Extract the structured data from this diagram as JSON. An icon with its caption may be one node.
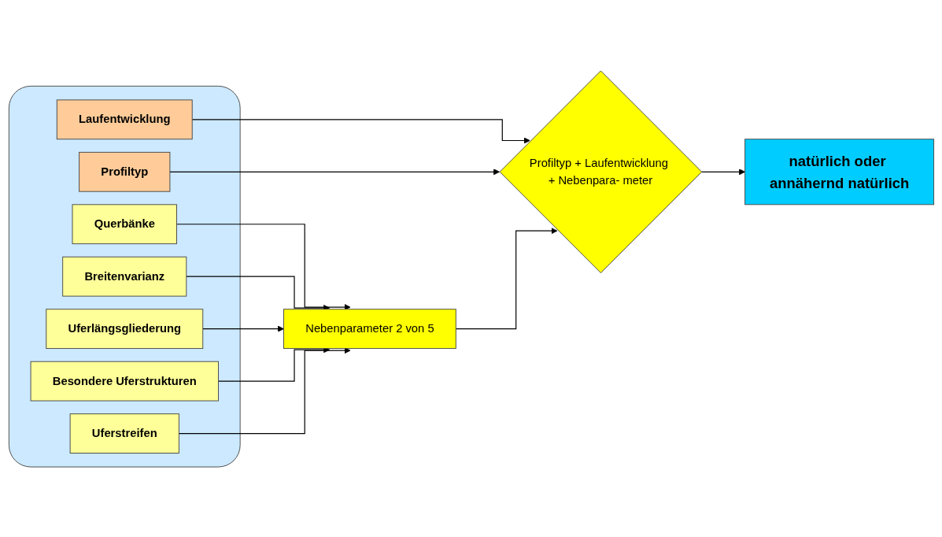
{
  "diagram": {
    "nodes": [
      {
        "text": [],
        "shape": "box"
      },
      {
        "text": [
          "Laufentwicklung"
        ],
        "in": 0
      },
      {
        "text": [
          "Profiltyp"
        ],
        "in": 0
      },
      {
        "text": [
          "Querbänke"
        ],
        "in": 0
      },
      {
        "text": [
          "Breitenvarianz"
        ],
        "in": 0
      },
      {
        "text": [
          "Uferlängsgliederung"
        ],
        "in": 0
      },
      {
        "text": [
          "Besondere Uferstrukturen"
        ],
        "in": 0
      },
      {
        "text": [
          "Uferstreifen"
        ],
        "in": 0
      },
      {
        "text": [
          "Nebenparameter 2 von 5"
        ]
      },
      {
        "text": [
          "Profiltyp + Laufentwicklung + Nebenpara- meter"
        ]
      },
      {
        "text": [
          "natürlich oder annähernd natürlich"
        ]
      }
    ],
    "edges": [
      {
        "from": 1,
        "to": 9,
        "arrow": "to"
      },
      {
        "from": 2,
        "to": 9,
        "arrow": "to"
      },
      {
        "from": 3,
        "to": 8,
        "arrow": "to"
      },
      {
        "from": 4,
        "to": 8,
        "arrow": "to"
      },
      {
        "from": 5,
        "to": 8,
        "arrow": "to"
      },
      {
        "from": 6,
        "to": 8,
        "arrow": "to"
      },
      {
        "from": 7,
        "to": 8,
        "arrow": "to"
      },
      {
        "from": 8,
        "to": 9,
        "arrow": "to"
      },
      {
        "from": 9,
        "to": 10,
        "arrow": "to"
      }
    ]
  }
}
